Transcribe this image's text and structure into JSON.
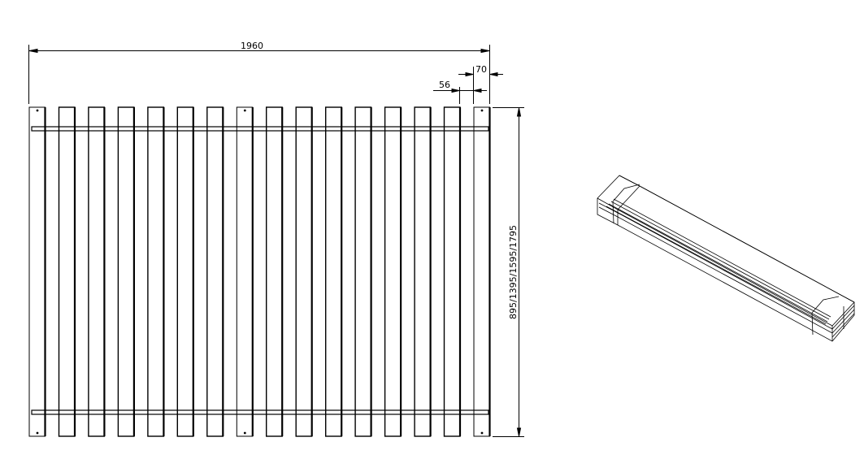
{
  "drawing": {
    "overall_width_label": "1960",
    "slat_width_label": "70",
    "gap_label": "56",
    "height_label": "895/1395/1595/1795",
    "slat_count": 16
  },
  "colors": {
    "line": "#000000",
    "background": "#ffffff"
  }
}
